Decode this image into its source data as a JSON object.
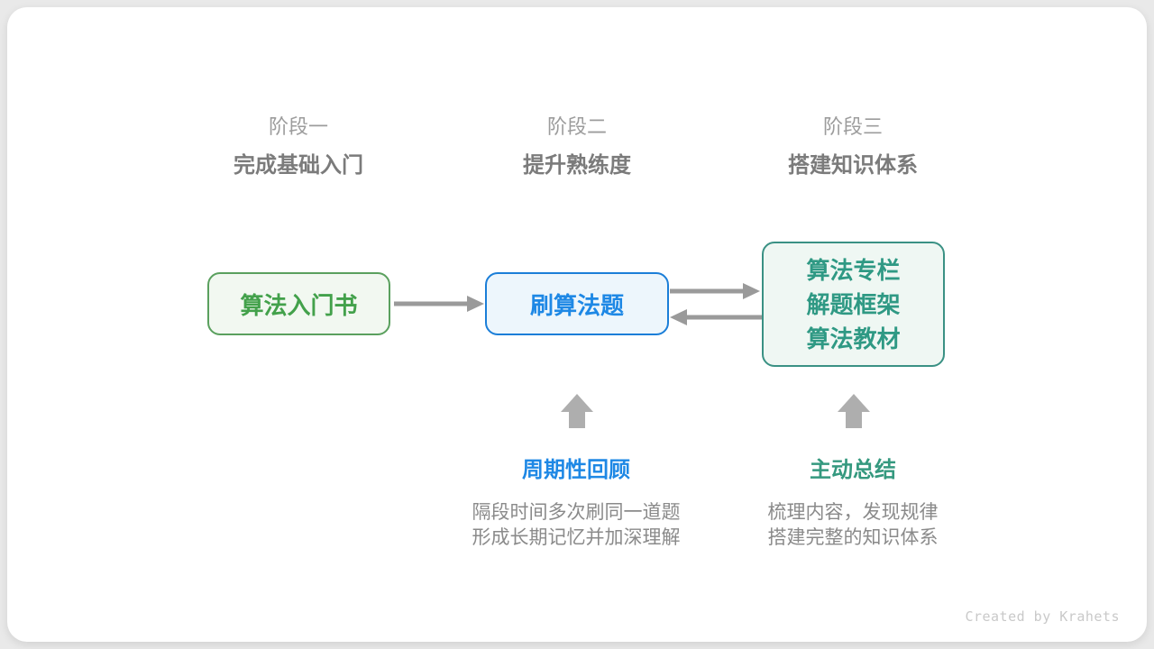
{
  "stages": [
    {
      "label": "阶段一",
      "subtitle": "完成基础入门"
    },
    {
      "label": "阶段二",
      "subtitle": "提升熟练度"
    },
    {
      "label": "阶段三",
      "subtitle": "搭建知识体系"
    }
  ],
  "nodes": [
    {
      "title": "算法入门书",
      "border_color": "#5aa05e",
      "fill_color": "#f2f8f1",
      "text_color": "#43a14b"
    },
    {
      "title": "刷算法题",
      "border_color": "#1b7ed8",
      "fill_color": "#edf6fc",
      "text_color": "#1e88e5"
    },
    {
      "lines": [
        "算法专栏",
        "解题框架",
        "算法教材"
      ],
      "border_color": "#3a9184",
      "fill_color": "#eff7f3",
      "text_color": "#2f9984"
    }
  ],
  "callouts": [
    {
      "title": "周期性回顾",
      "title_color": "#1e88e5",
      "lines": [
        "隔段时间多次刷同一道题",
        "形成长期记忆并加深理解"
      ]
    },
    {
      "title": "主动总结",
      "title_color": "#35997f",
      "lines": [
        "梳理内容，发现规律",
        "搭建完整的知识体系"
      ]
    }
  ],
  "footer": {
    "credit": "Created by Krahets"
  },
  "colors": {
    "background": "#e9e9e9",
    "card": "#ffffff",
    "arrow": "#9a9a9a",
    "up_arrow": "#aeaeae",
    "stage_label": "#9c9c9c",
    "stage_subtitle": "#7b7b7b",
    "description": "#8a8a8a",
    "credit": "#c9c9c9"
  }
}
